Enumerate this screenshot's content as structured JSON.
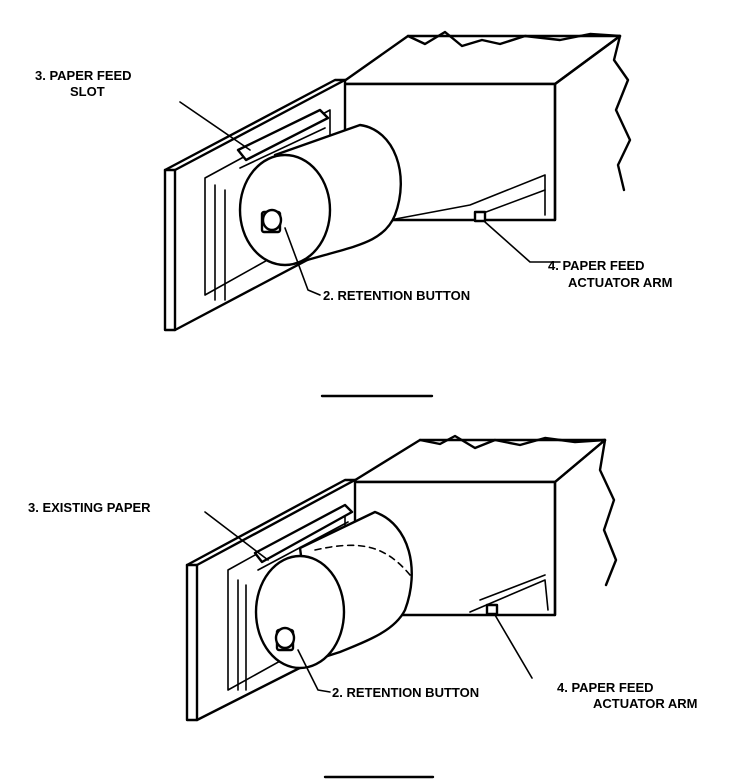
{
  "figures": [
    {
      "labels": {
        "slot_line1": "3. PAPER FEED",
        "slot_line2": "SLOT",
        "retention": "2. RETENTION BUTTON",
        "arm_line1": "4. PAPER FEED",
        "arm_line2": "ACTUATOR ARM"
      }
    },
    {
      "labels": {
        "existing": "3. EXISTING PAPER",
        "retention": "2. RETENTION BUTTON",
        "arm_line1": "4. PAPER FEED",
        "arm_line2": "ACTUATOR ARM"
      }
    }
  ]
}
